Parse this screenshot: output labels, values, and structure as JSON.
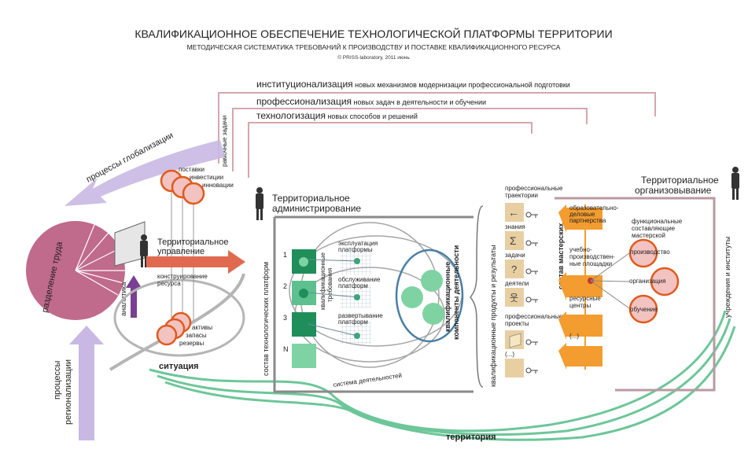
{
  "title": "КВАЛИФИКАЦИОННОЕ ОБЕСПЕЧЕНИЕ ТЕХНОЛОГИЧЕСКОЙ ПЛАТФОРМЫ ТЕРРИТОРИИ",
  "subtitle": "МЕТОДИЧЕСКАЯ СИСТЕМАТИКА ТРЕБОВАНИЙ К ПРОИЗВОДСТВУ И ПОСТАВКЕ КВАЛИФИКАЦИОННОГО РЕСУРСА",
  "copyright": "© PRISS-laboratory, 2011 июнь",
  "brackets": {
    "b1": {
      "keyword": "институционализация",
      "rest": " новых механизмов модернизации профессиональной подготовки"
    },
    "b2": {
      "keyword": "профессионализация",
      "rest": " новых задач в деятельности и обучении"
    },
    "b3": {
      "keyword": "технологизация",
      "rest": " новых способов и решений"
    }
  },
  "labels": {
    "frame_tasks": "рамочные задачи",
    "globalization": "процессы глобализации",
    "regionalization_1": "процессы",
    "regionalization_2": "регионализации",
    "division_of_labor": "разделение труда",
    "analytics": "аналитика",
    "situation": "ситуация",
    "territory": "территория",
    "deliveries": "поставки",
    "investments": "инвестиции",
    "innovations": "инновации",
    "assets": "активы",
    "stocks": "запасы",
    "reserves": "резервы",
    "terr_mgmt_1": "Территориальное",
    "terr_mgmt_2": "управление",
    "resource_design_1": "конструирование",
    "resource_design_2": "ресурса",
    "admin_1": "Территориальное",
    "admin_2": "администрирование",
    "platform_composition": "состав технологических платформ",
    "qualification_req_1": "квалификационные",
    "qualification_req_2": "требования",
    "exploitation_1": "эксплуатация",
    "exploitation_2": "платформы",
    "service_1": "обслуживание",
    "service_2": "платформ",
    "deploy_1": "развертывание",
    "deploy_2": "платформ",
    "activity_system": "система деятельностей",
    "qual_components_1": "квалификационные",
    "qual_components_2": "компоненты деятельности",
    "qual_products": "квалификационные продукты и результаты",
    "prof_trajectories_1": "профессиональные",
    "prof_trajectories_2": "траектории",
    "knowledge": "знания",
    "tasks": "задачи",
    "actors": "деятели",
    "prof_projects_1": "профессиональные",
    "prof_projects_2": "проекты",
    "etc": "(...)",
    "terr_org_1": "Территориальное",
    "terr_org_2": "организовывание",
    "workshop_composition": "состав мастерских",
    "edu_partnerships_1": "образовательно-",
    "edu_partnerships_2": "деловые",
    "edu_partnerships_3": "партнерства",
    "training_sites_1": "учебно-",
    "training_sites_2": "производствен-",
    "training_sites_3": "ные площадки",
    "resource_centers_1": "ресурсные",
    "resource_centers_2": "центры",
    "functional_1": "функциональные",
    "functional_2": "составляющие",
    "functional_3": "мастерской",
    "production": "производство",
    "organization": "организация",
    "training": "обучение",
    "institutions": "учреждения и институты",
    "platform_rows": [
      "1",
      "2",
      "3",
      "N"
    ]
  },
  "icons": [
    "person-icon",
    "board-icon",
    "arrow-left-icon",
    "sigma-icon",
    "question-icon",
    "teacher-icon",
    "book-icon",
    "key-icon"
  ],
  "colors": {
    "pie": "#c06a8c",
    "arrow_lilac": "#c9b8e3",
    "arrow_red": "#e06a50",
    "orange": "#f39c2f",
    "node_fill": "#f2c3c0",
    "node_stroke": "#e05a1e",
    "green_dark": "#1f8e5b",
    "green_light": "#7fd3a3",
    "green_band": "#5ec08e",
    "tan": "#e8cfa2",
    "bracket_pink": "#d6a6ae",
    "frame_gray": "#8a8a8a"
  }
}
